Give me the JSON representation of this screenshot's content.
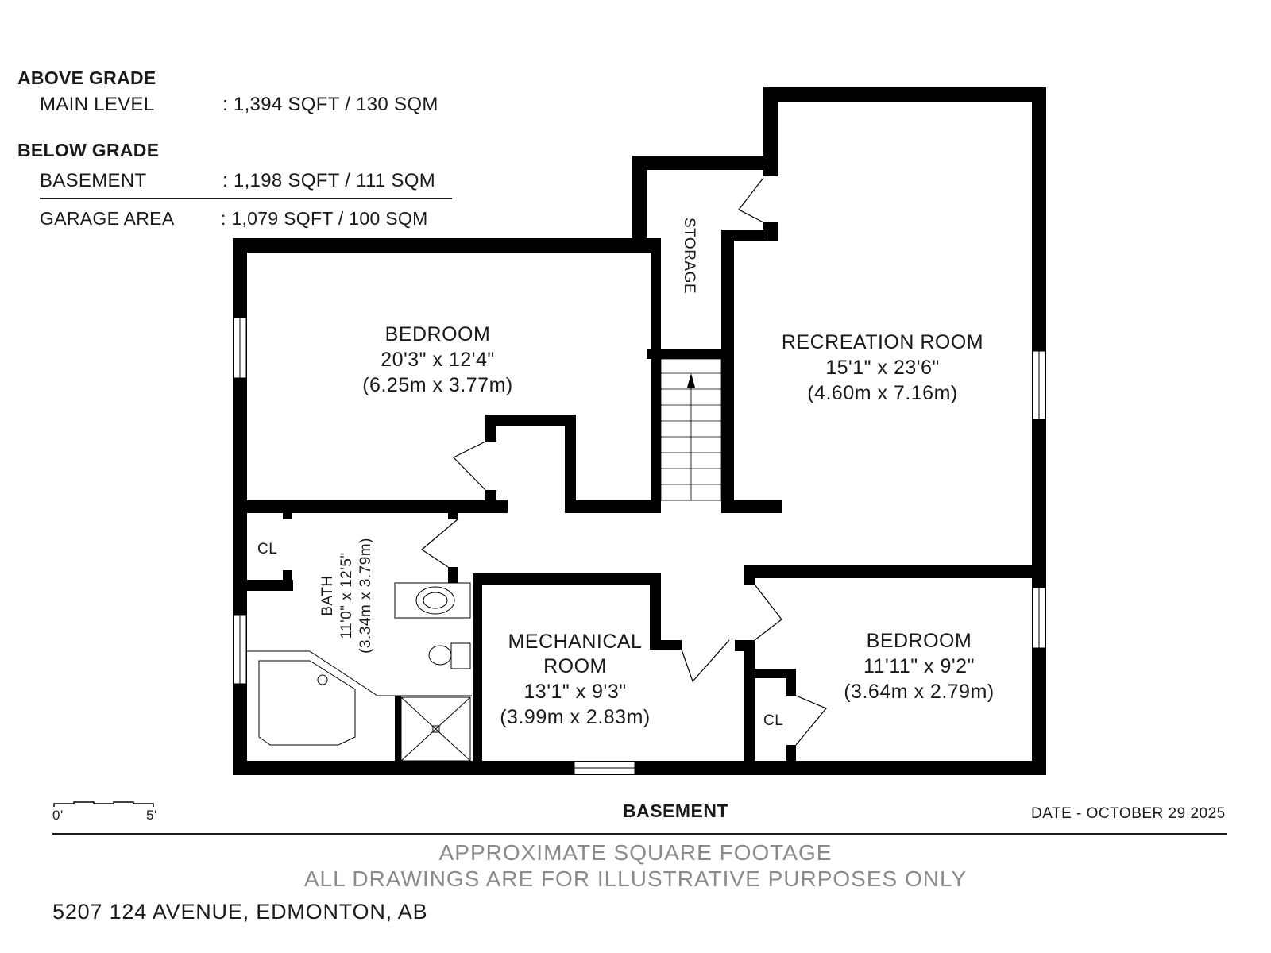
{
  "summary": {
    "above_grade": {
      "heading": "ABOVE GRADE",
      "rows": [
        {
          "label": "MAIN LEVEL",
          "value": ": 1,394 SQFT / 130 SQM"
        }
      ]
    },
    "below_grade": {
      "heading": "BELOW GRADE",
      "rows": [
        {
          "label": "BASEMENT",
          "value": ": 1,198 SQFT / 111 SQM"
        },
        {
          "label": "GARAGE AREA",
          "value": ": 1,079 SQFT / 100 SQM"
        }
      ]
    }
  },
  "rooms": {
    "bedroom_1": {
      "name": "BEDROOM",
      "dim_imperial": "20'3\" x 12'4\"",
      "dim_metric": "(6.25m x 3.77m)"
    },
    "recreation": {
      "name": "RECREATION ROOM",
      "dim_imperial": "15'1\" x 23'6\"",
      "dim_metric": "(4.60m x 7.16m)"
    },
    "mechanical": {
      "name_line1": "MECHANICAL",
      "name_line2": "ROOM",
      "dim_imperial": "13'1\" x 9'3\"",
      "dim_metric": "(3.99m x 2.83m)"
    },
    "bedroom_2": {
      "name": "BEDROOM",
      "dim_imperial": "11'11\" x 9'2\"",
      "dim_metric": "(3.64m x 2.79m)"
    },
    "bath": {
      "name": "BATH",
      "dim_imperial": "11'0\" x 12'5\"",
      "dim_metric": "(3.34m x 3.79m)"
    },
    "storage": {
      "name": "STORAGE"
    },
    "closet_1": {
      "name": "CL"
    },
    "closet_2": {
      "name": "CL"
    }
  },
  "scale": {
    "start": "0'",
    "end": "5'"
  },
  "footer": {
    "level_title": "BASEMENT",
    "date": "DATE - OCTOBER 29 2025",
    "disclaimer_line1": "APPROXIMATE SQUARE FOOTAGE",
    "disclaimer_line2": "ALL DRAWINGS ARE FOR ILLUSTRATIVE PURPOSES ONLY",
    "address": "5207 124 AVENUE, EDMONTON, AB"
  },
  "colors": {
    "wall": "#000000",
    "text": "#1a1a1a",
    "disclaimer": "#8a8a8a"
  }
}
